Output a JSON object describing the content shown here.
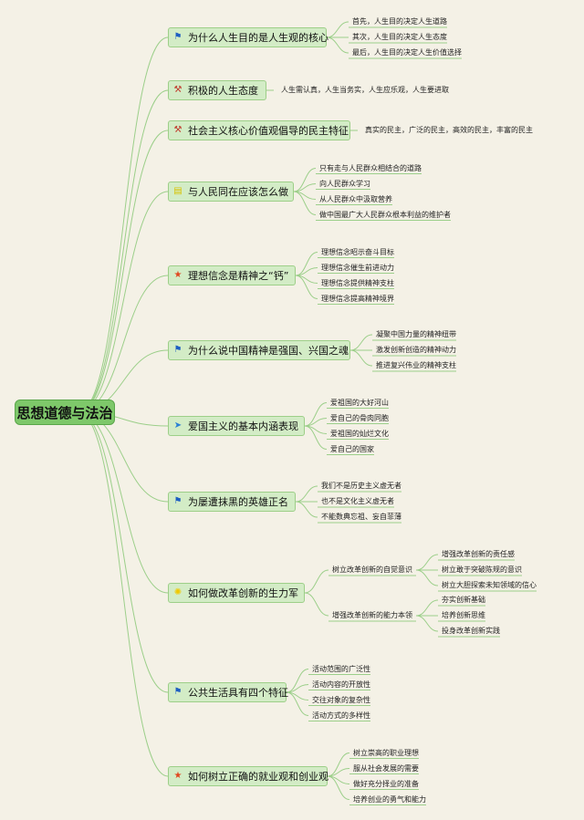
{
  "root": "思想道德与法治",
  "branches": [
    {
      "label": "为什么人生目的是人生观的核心",
      "icon": "flag-icon",
      "leaves": [
        "首先，人生目的决定人生道路",
        "其次，人生目的决定人生态度",
        "最后，人生目的决定人生价值选择"
      ]
    },
    {
      "label": "积极的人生态度",
      "icon": "tools-icon",
      "leaves": [
        "人生需认真，人生当务实，人生应乐观，人生要进取"
      ]
    },
    {
      "label": "社会主义核心价值观倡导的民主特征",
      "icon": "tools-icon",
      "leaves": [
        "真实的民主，广泛的民主，高效的民主，丰富的民主"
      ]
    },
    {
      "label": "与人民同在应该怎么做",
      "icon": "note-icon",
      "leaves": [
        "只有走与人民群众相结合的道路",
        "向人民群众学习",
        "从人民群众中汲取营养",
        "做中国最广大人民群众根本利益的维护者"
      ]
    },
    {
      "label": "理想信念是精神之“钙”",
      "icon": "star-icon",
      "leaves": [
        "理想信念昭示奋斗目标",
        "理想信念催生前进动力",
        "理想信念提供精神支柱",
        "理想信念提高精神境界"
      ]
    },
    {
      "label": "为什么说中国精神是强国、兴国之魂",
      "icon": "flag-icon",
      "leaves": [
        "凝聚中国力量的精神纽带",
        "激发创新创造的精神动力",
        "推进复兴伟业的精神支柱"
      ]
    },
    {
      "label": "爱国主义的基本内涵表现",
      "icon": "plane-icon",
      "leaves": [
        "爱祖国的大好河山",
        "爱自己的骨肉同胞",
        "爱祖国的灿烂文化",
        "爱自己的国家"
      ]
    },
    {
      "label": "为屡遭抹黑的英雄正名",
      "icon": "flag-icon",
      "leaves": [
        "我们不是历史主义虚无者",
        "也不是文化主义虚无者",
        "不能数典忘祖、妄自菲薄"
      ]
    },
    {
      "label": "如何做改革创新的生力军",
      "icon": "sun-icon",
      "subgroups": [
        {
          "label": "树立改革创新的自觉意识",
          "leaves": [
            "增强改革创新的责任感",
            "树立敢于突破陈规的意识",
            "树立大胆探索未知领域的信心"
          ]
        },
        {
          "label": "增强改革创新的能力本领",
          "leaves": [
            "夯实创新基础",
            "培养创新思维",
            "投身改革创新实践"
          ]
        }
      ]
    },
    {
      "label": "公共生活具有四个特征",
      "icon": "flag-icon",
      "leaves": [
        "活动范围的广泛性",
        "活动内容的开放性",
        "交往对象的复杂性",
        "活动方式的多样性"
      ]
    },
    {
      "label": "如何树立正确的就业观和创业观",
      "icon": "star-icon",
      "leaves": [
        "树立崇高的职业理想",
        "服从社会发展的需要",
        "做好充分择业的准备",
        "培养创业的勇气和能力"
      ]
    }
  ]
}
